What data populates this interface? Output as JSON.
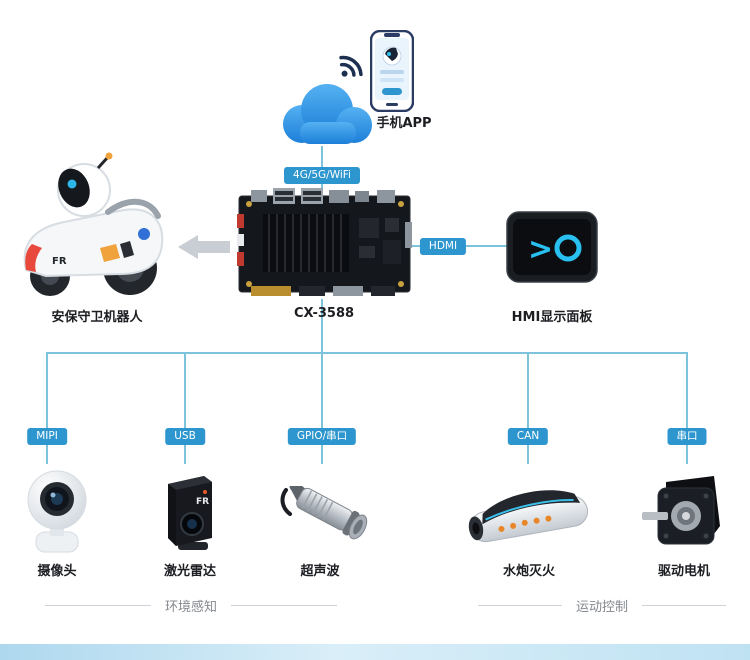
{
  "cloud_section": {
    "app_label": "手机APP",
    "wireless_badge": "4G/5G/WiFi"
  },
  "board": {
    "label": "CX-3588"
  },
  "robot": {
    "label": "安保守卫机器人",
    "logo": "FR"
  },
  "hmi": {
    "badge": "HDMI",
    "label": "HMI显示面板",
    "glyph": ">"
  },
  "peripherals": [
    {
      "bus": "MIPI",
      "label": "摄像头"
    },
    {
      "bus": "USB",
      "label": "激光雷达",
      "logo": "FR"
    },
    {
      "bus": "GPIO/串口",
      "label": "超声波"
    },
    {
      "bus": "CAN",
      "label": "水炮灭火"
    },
    {
      "bus": "串口",
      "label": "驱动电机"
    }
  ],
  "groups": [
    {
      "label": "环境感知"
    },
    {
      "label": "运动控制"
    }
  ],
  "colors": {
    "line": "#7ec3dc",
    "badge": "#2e96ce",
    "cloud": "#2d9cea",
    "hmi_accent": "#27c0f0",
    "footer_bar": "#bce0f2"
  }
}
